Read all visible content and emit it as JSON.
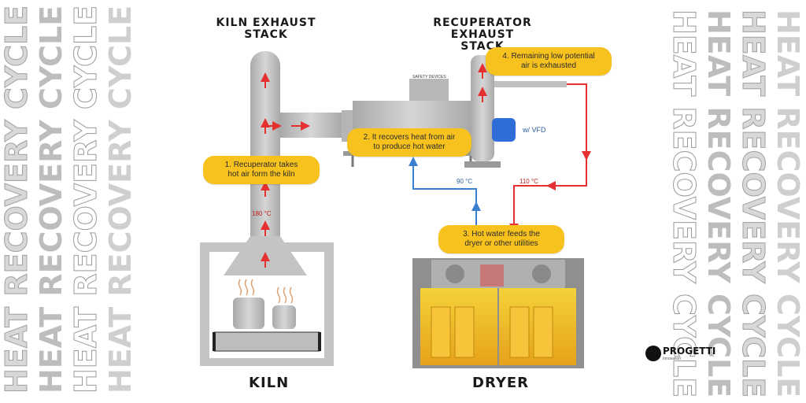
{
  "background_text": "HEAT RECOVERY CYCLE",
  "titles": {
    "kiln_stack": "KILN EXHAUST\nSTACK",
    "recuperator_stack": "RECUPERATOR EXHAUST\nSTACK"
  },
  "callouts": {
    "step1": "1. Recuperator takes\nhot air form the kiln",
    "step2": "2. It recovers heat from air\nto produce hot water",
    "step3": "3. Hot water feeds the\ndryer or other utilities",
    "step4": "4. Remaining low potential\nair is exhausted"
  },
  "labels": {
    "temp_180": "180 °C",
    "temp_90": "90 °C",
    "temp_110": "110 °C",
    "vfd": "w/ VFD",
    "safety_devices": "SAFETY DEVICES"
  },
  "bottom": {
    "kiln": "KILN",
    "dryer": "DRYER"
  },
  "logo": {
    "name": "PROGETTI",
    "tagline": "Innovation"
  },
  "colors": {
    "hot_line": "#e53030",
    "cold_line": "#3a7fd0",
    "callout": "#f7c21e",
    "metal": "#c9c9c9"
  }
}
